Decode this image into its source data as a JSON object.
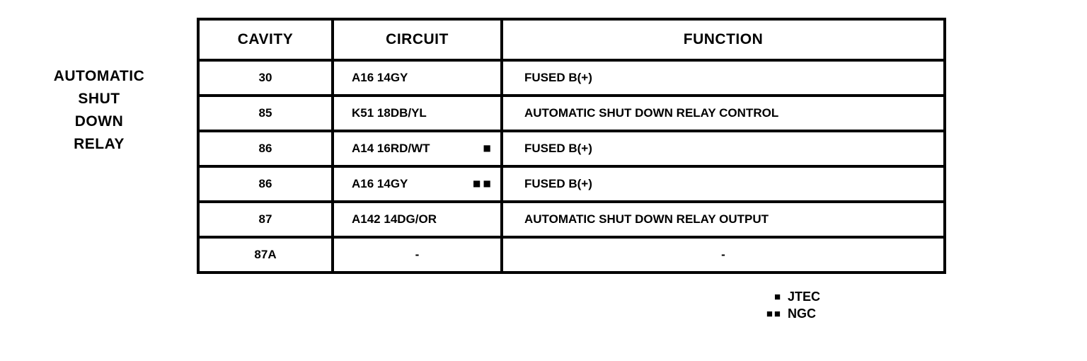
{
  "colors": {
    "background": "#ffffff",
    "text": "#000000",
    "border": "#000000"
  },
  "side_label": {
    "text": "AUTOMATIC\nSHUT\nDOWN\nRELAY"
  },
  "table": {
    "headers": [
      "CAVITY",
      "CIRCUIT",
      "FUNCTION"
    ],
    "rows": [
      {
        "cavity": "30",
        "circuit": "A16 14GY",
        "marker": "",
        "function": "FUSED B(+)"
      },
      {
        "cavity": "85",
        "circuit": "K51 18DB/YL",
        "marker": "",
        "function": "AUTOMATIC SHUT DOWN RELAY CONTROL"
      },
      {
        "cavity": "86",
        "circuit": "A14 16RD/WT",
        "marker": "■",
        "function": "FUSED B(+)"
      },
      {
        "cavity": "86",
        "circuit": "A16 14GY",
        "marker": "■■",
        "function": "FUSED B(+)"
      },
      {
        "cavity": "87",
        "circuit": "A142 14DG/OR",
        "marker": "",
        "function": "AUTOMATIC SHUT DOWN RELAY OUTPUT"
      },
      {
        "cavity": "87A",
        "circuit": "-",
        "marker": "",
        "function": "-"
      }
    ]
  },
  "legend": {
    "items": [
      {
        "marker": "■",
        "label": "JTEC"
      },
      {
        "marker": "■■",
        "label": "NGC"
      }
    ]
  }
}
